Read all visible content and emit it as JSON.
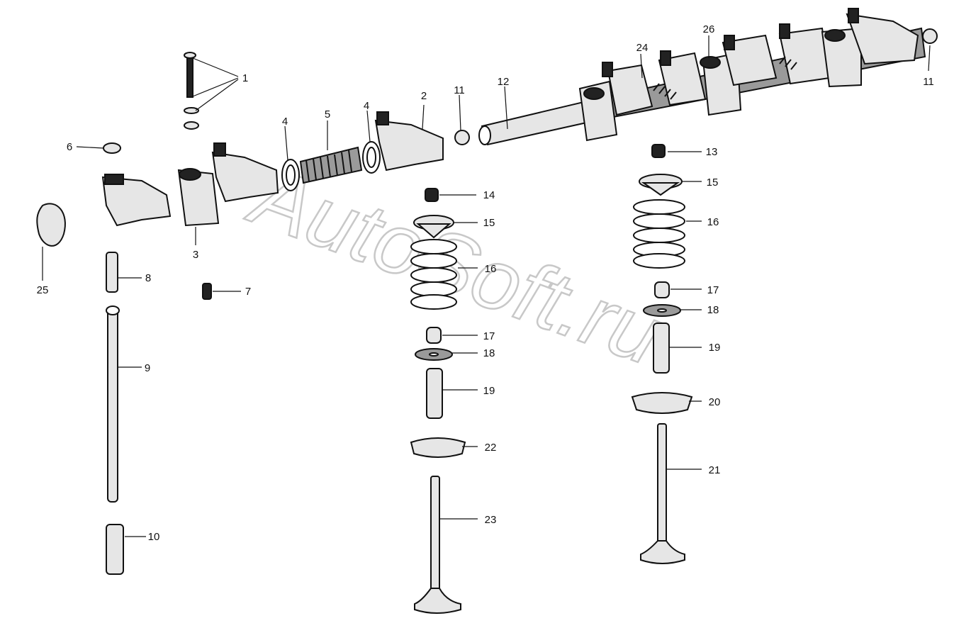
{
  "watermark": "AutoSoft.ru",
  "callouts": {
    "c1": "1",
    "c2": "2",
    "c3": "3",
    "c4a": "4",
    "c4b": "4",
    "c5": "5",
    "c6": "6",
    "c7": "7",
    "c8": "8",
    "c9": "9",
    "c10": "10",
    "c11a": "11",
    "c11b": "11",
    "c12": "12",
    "c13": "13",
    "c14": "14",
    "c15a": "15",
    "c15b": "15",
    "c16a": "16",
    "c16b": "16",
    "c17a": "17",
    "c17b": "17",
    "c18a": "18",
    "c18b": "18",
    "c19a": "19",
    "c19b": "19",
    "c20": "20",
    "c21": "21",
    "c22": "22",
    "c23": "23",
    "c24": "24",
    "c25": "25",
    "c26": "26"
  }
}
